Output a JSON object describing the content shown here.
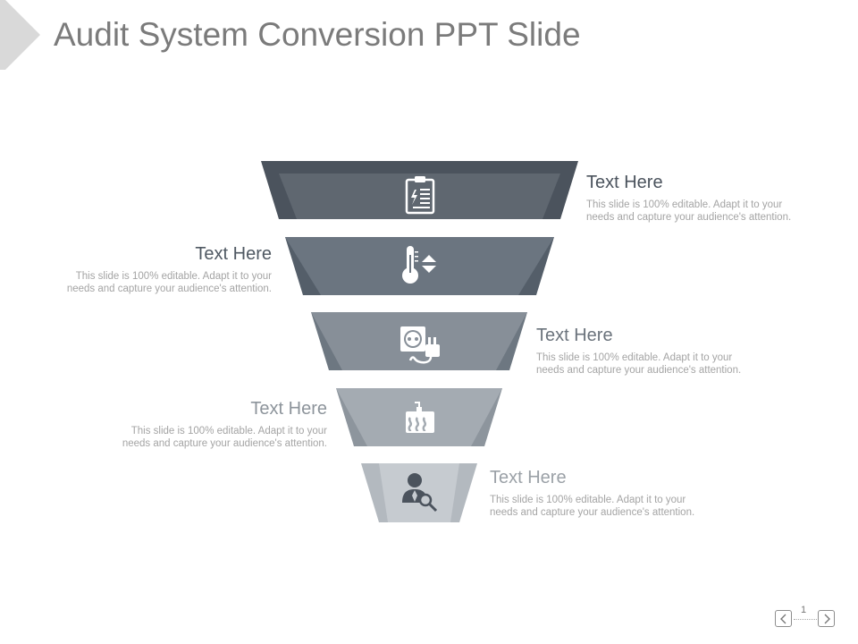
{
  "slide": {
    "title": "Audit System Conversion PPT Slide",
    "page_number": "1"
  },
  "tiers": [
    {
      "heading": "Text Here",
      "body": "This slide is 100% editable. Adapt it to your needs and capture your audience's attention.",
      "icon": "clipboard-icon",
      "outer_color": "#4b535d",
      "inner_color": "#5f6770",
      "heading_color": "#4b535d"
    },
    {
      "heading": "Text Here",
      "body": "This slide is 100% editable. Adapt it to your needs and capture your audience's attention.",
      "icon": "thermometer-icon",
      "outer_color": "#545e69",
      "inner_color": "#6b7580",
      "heading_color": "#4f5862"
    },
    {
      "heading": "Text Here",
      "body": "This slide is 100% editable. Adapt it to your needs and capture your audience's attention.",
      "icon": "power-plug-icon",
      "outer_color": "#6d7781",
      "inner_color": "#878f98",
      "heading_color": "#6b737c"
    },
    {
      "heading": "Text Here",
      "body": "This slide is 100% editable. Adapt it to your needs and capture your audience's attention.",
      "icon": "heater-icon",
      "outer_color": "#8d959d",
      "inner_color": "#a4abb2",
      "heading_color": "#8d949b"
    },
    {
      "heading": "Text Here",
      "body": "This slide is 100% editable. Adapt it to your needs and capture your audience's attention.",
      "icon": "user-search-icon",
      "outer_color": "#b3b9bf",
      "inner_color": "#c6cbd0",
      "heading_color": "#9ba1a7"
    }
  ]
}
